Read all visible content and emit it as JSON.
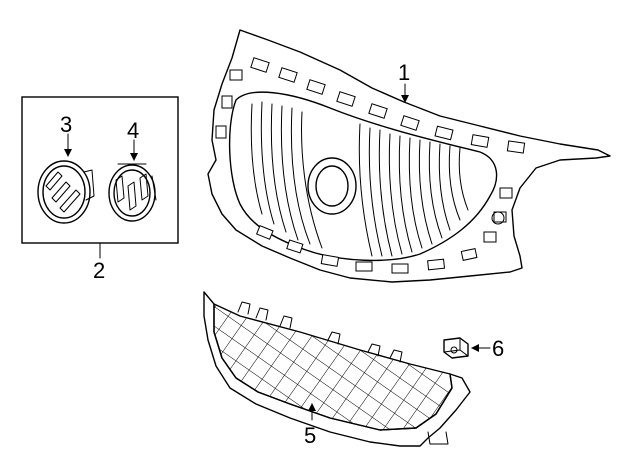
{
  "callouts": {
    "c1": "1",
    "c2": "2",
    "c3": "3",
    "c4": "4",
    "c5": "5",
    "c6": "6"
  },
  "icons": {
    "part1": "upper-grille-icon",
    "part3": "emblem-icon",
    "part4": "emblem-icon",
    "part5": "lower-grille-mesh-icon",
    "part6": "clip-icon"
  },
  "colors": {
    "line": "#000000",
    "background": "#ffffff"
  }
}
